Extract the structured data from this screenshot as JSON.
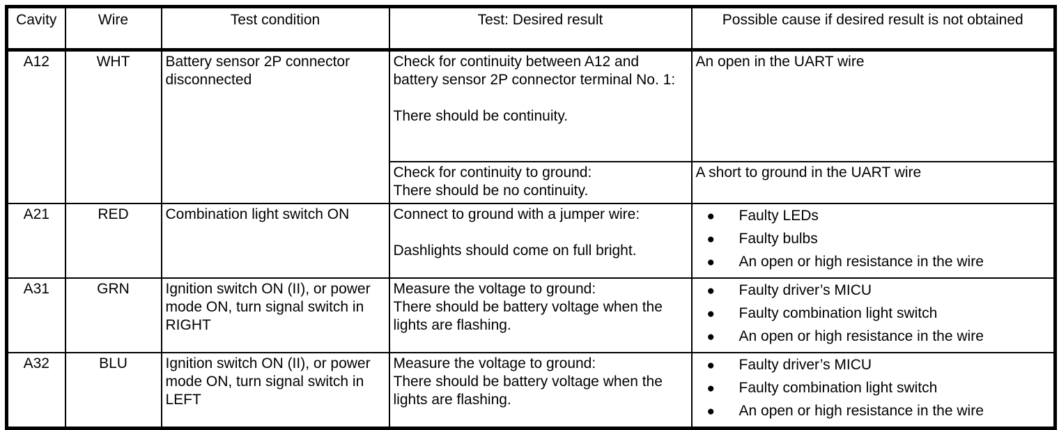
{
  "bullet": "●",
  "header": {
    "cavity": "Cavity",
    "wire": "Wire",
    "condition": "Test condition",
    "test": "Test: Desired result",
    "cause": "Possible cause if desired result is not obtained"
  },
  "rows": {
    "a12": {
      "cavity": "A12",
      "wire": "WHT",
      "condition": "Battery sensor 2P connector disconnected",
      "test1_p1": "Check for continuity between A12 and battery sensor 2P connector terminal No. 1:",
      "test1_p2": "There should be continuity.",
      "cause1": "An open in the UART wire",
      "test2_p1": "Check for continuity to ground:",
      "test2_p2": "There should be no continuity.",
      "cause2": "A short to ground in the UART wire"
    },
    "a21": {
      "cavity": "A21",
      "wire": "RED",
      "condition": "Combination light switch ON",
      "test_p1": "Connect to ground with a jumper wire:",
      "test_p2": "Dashlights should come on full bright.",
      "causes": [
        "Faulty LEDs",
        "Faulty bulbs",
        "An open or high resistance in the wire"
      ]
    },
    "a31": {
      "cavity": "A31",
      "wire": "GRN",
      "condition": "Ignition switch ON (II), or power mode ON, turn signal switch in RIGHT",
      "test_p1": "Measure the voltage to ground:",
      "test_p2": "There should be battery voltage when the lights are flashing.",
      "causes": [
        "Faulty driver’s MICU",
        "Faulty combination light switch",
        "An open or high resistance in the wire"
      ]
    },
    "a32": {
      "cavity": "A32",
      "wire": "BLU",
      "condition": "Ignition switch ON (II), or power mode ON, turn signal switch in LEFT",
      "test_p1": "Measure the voltage to ground:",
      "test_p2": "There should be battery voltage when the lights are flashing.",
      "causes": [
        "Faulty driver’s MICU",
        "Faulty combination light switch",
        "An open or high resistance in the wire"
      ]
    }
  }
}
